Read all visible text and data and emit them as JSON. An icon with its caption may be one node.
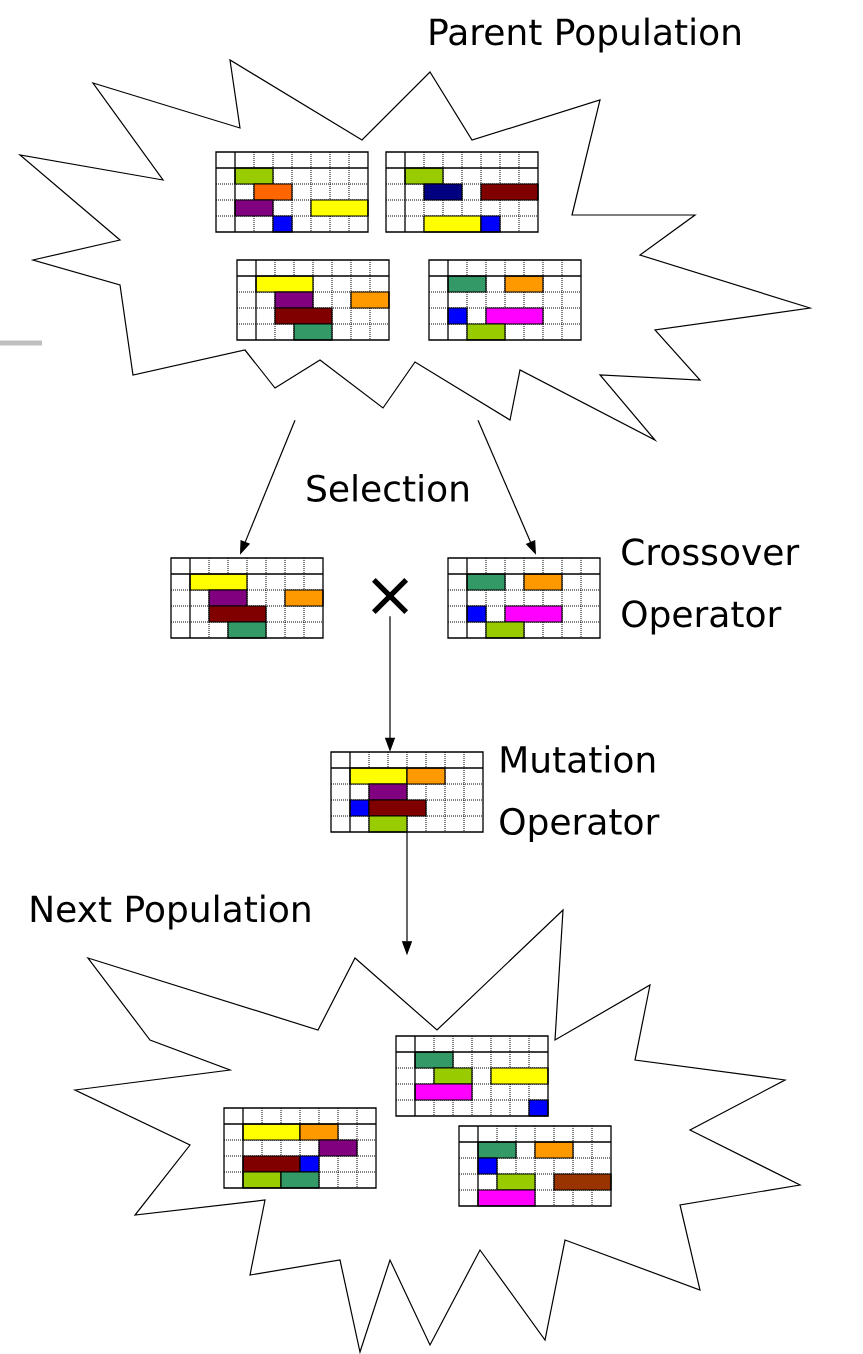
{
  "diagram": {
    "nodes": [
      {
        "text": [
          "Parent Population"
        ]
      },
      {
        "text": [],
        "shape": "box",
        "in": 0
      },
      {
        "text": [],
        "shape": "box",
        "in": 0
      },
      {
        "text": [],
        "shape": "box",
        "in": 0
      },
      {
        "text": [],
        "shape": "box",
        "in": 0
      },
      {
        "text": [],
        "shape": "box"
      },
      {
        "text": [],
        "shape": "box",
        "beside": [
          "Crossover Operator"
        ]
      },
      {
        "text": [
          "×"
        ]
      },
      {
        "text": [],
        "shape": "box",
        "beside": [
          "Mutation Operator"
        ]
      },
      {
        "text": [
          "Next Population"
        ]
      },
      {
        "text": [],
        "shape": "box",
        "in": 9
      },
      {
        "text": [],
        "shape": "box",
        "in": 9
      },
      {
        "text": [],
        "shape": "box",
        "in": 9
      }
    ],
    "edges": [
      {
        "from": 0,
        "to": 5,
        "arrow": "to"
      },
      {
        "from": 0,
        "to": 6,
        "arrow": "to"
      },
      {
        "from": 7,
        "to": 8,
        "arrow": "to"
      },
      {
        "from": 8,
        "to": 9,
        "arrow": "to"
      }
    ],
    "labels": [
      "Selection"
    ]
  }
}
